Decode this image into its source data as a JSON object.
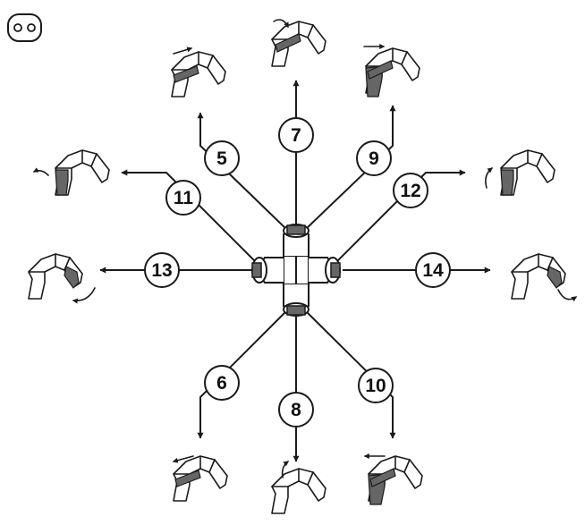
{
  "colors": {
    "line": "#1a1a1a",
    "highlight": "#666666",
    "background": "#ffffff"
  },
  "badge_icon": "two-lever-switch-icon",
  "joystick_icon": "joystick-control-icon",
  "machine_icon": "excavator-arm-icon",
  "controls": [
    {
      "label": "5",
      "direction": "up-left",
      "movement": "boom-forward"
    },
    {
      "label": "6",
      "direction": "down-left",
      "movement": "boom-backward"
    },
    {
      "label": "7",
      "direction": "up",
      "movement": "boom-rotate-down"
    },
    {
      "label": "8",
      "direction": "down",
      "movement": "boom-rotate-up"
    },
    {
      "label": "9",
      "direction": "up-right",
      "movement": "dipper-forward"
    },
    {
      "label": "10",
      "direction": "down-right",
      "movement": "dipper-backward"
    },
    {
      "label": "11",
      "direction": "left-upper",
      "movement": "bucket-curl-up"
    },
    {
      "label": "12",
      "direction": "right-upper",
      "movement": "bucket-curl-up"
    },
    {
      "label": "13",
      "direction": "left",
      "movement": "bucket-curl-down"
    },
    {
      "label": "14",
      "direction": "right",
      "movement": "bucket-curl-down"
    }
  ]
}
